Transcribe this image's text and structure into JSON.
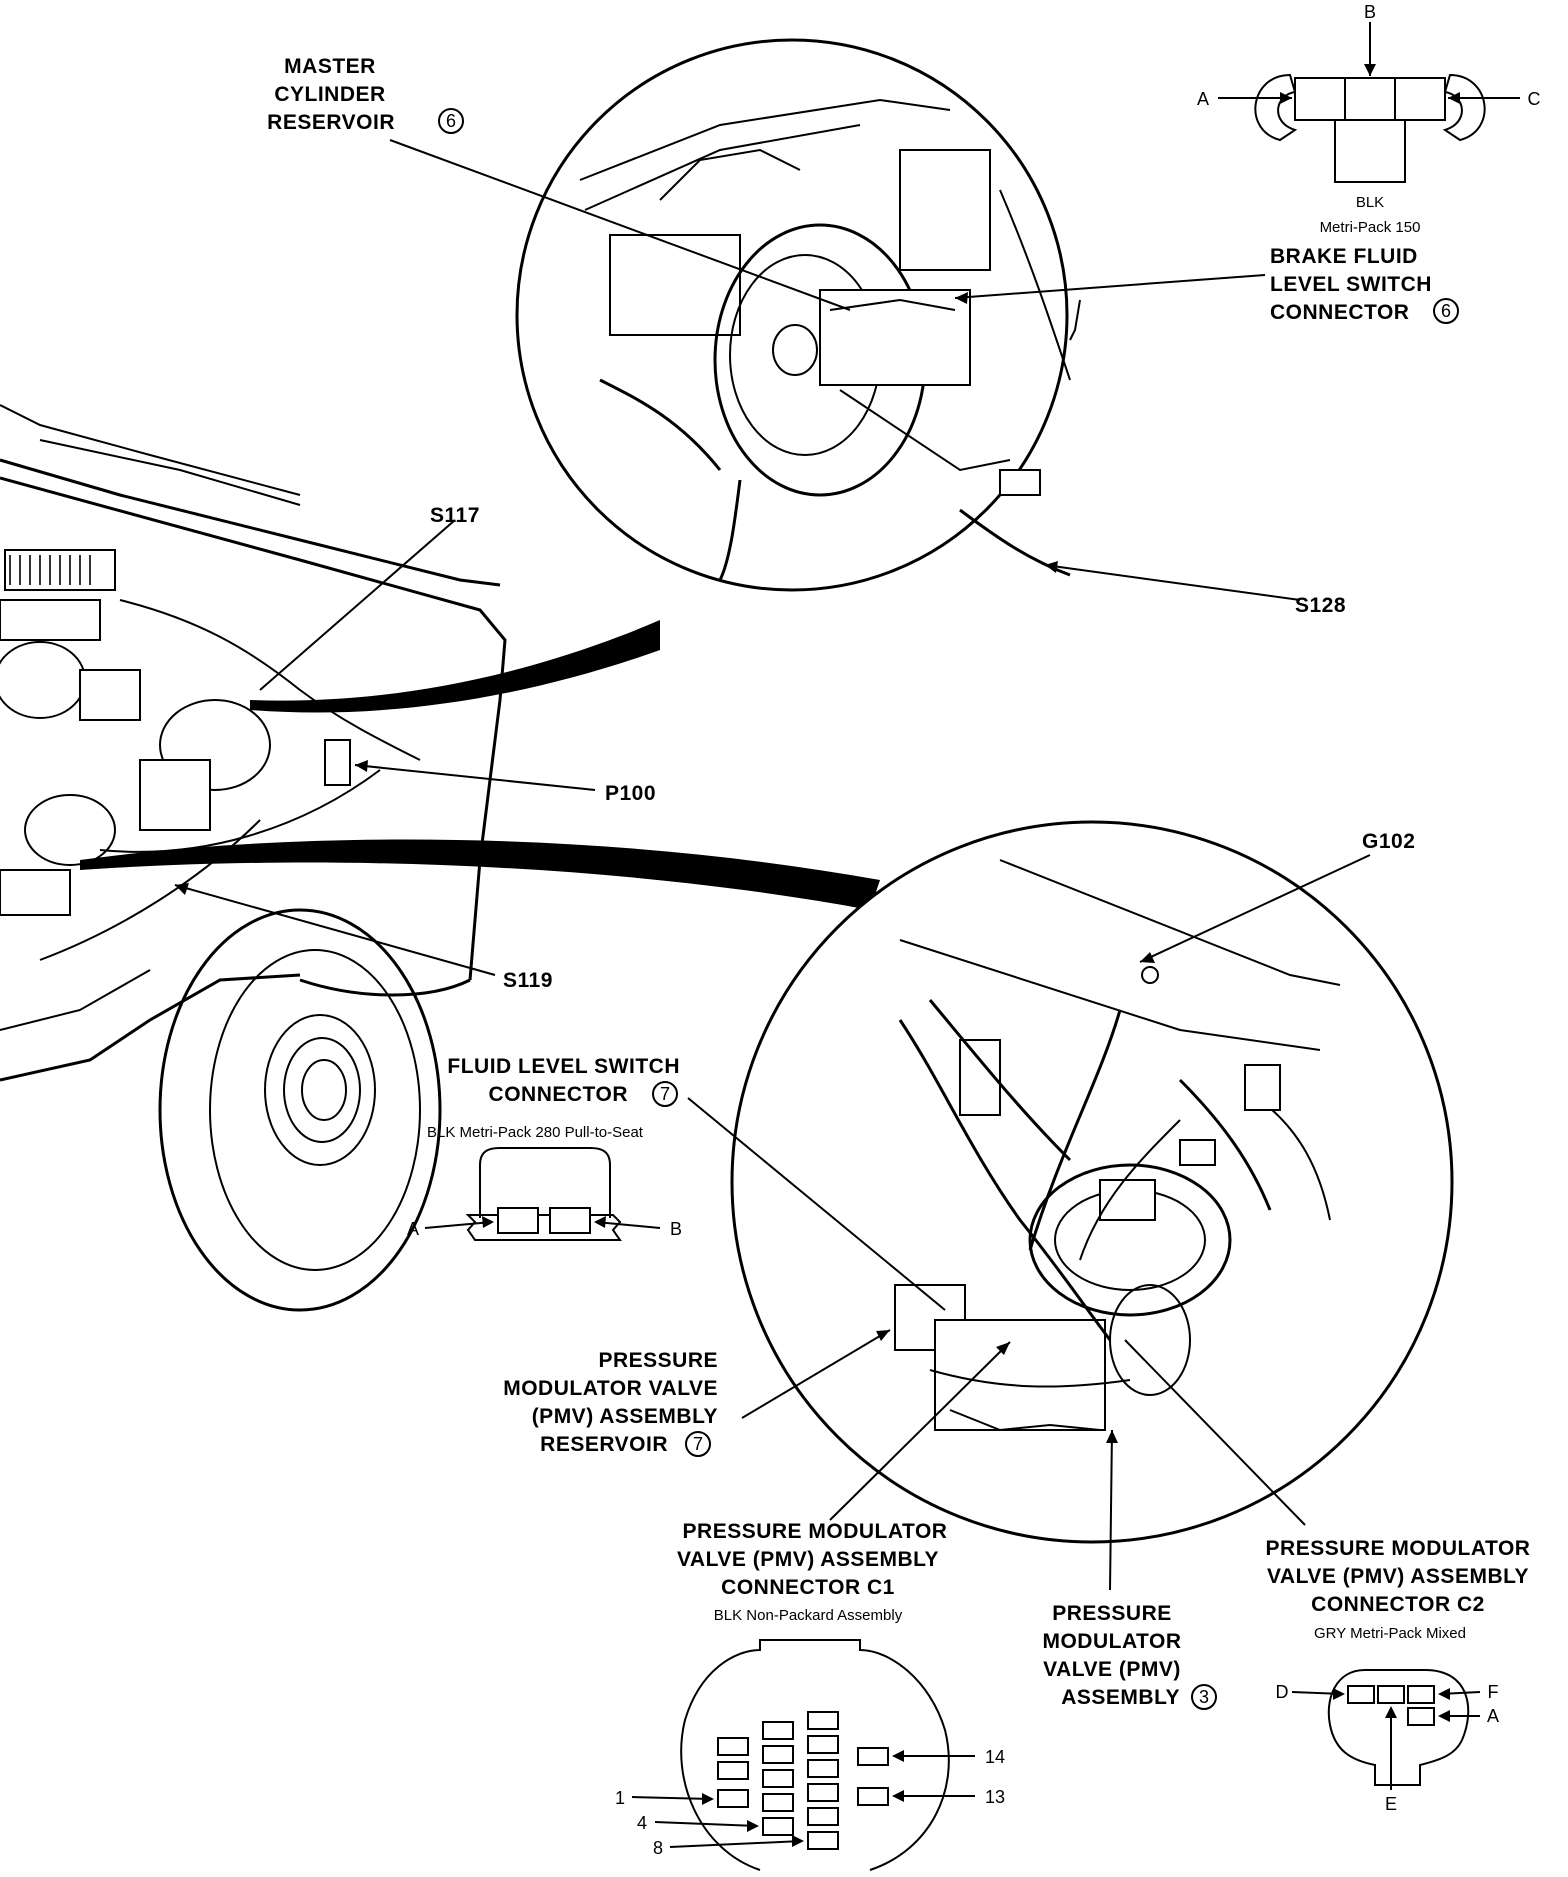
{
  "labels": {
    "master_cylinder": [
      "MASTER",
      "CYLINDER",
      "RESERVOIR"
    ],
    "master_cylinder_ref": "6",
    "brake_fluid_switch": [
      "BRAKE FLUID",
      "LEVEL SWITCH",
      "CONNECTOR"
    ],
    "brake_fluid_switch_ref": "6",
    "s117": "S117",
    "s128": "S128",
    "p100": "P100",
    "s119": "S119",
    "g102": "G102",
    "fluid_level_switch": [
      "FLUID LEVEL SWITCH",
      "CONNECTOR"
    ],
    "fluid_level_switch_ref": "7",
    "pmv_reservoir": [
      "PRESSURE",
      "MODULATOR VALVE",
      "(PMV) ASSEMBLY",
      "RESERVOIR"
    ],
    "pmv_reservoir_ref": "7",
    "pmv_c1": [
      "PRESSURE MODULATOR",
      "VALVE (PMV) ASSEMBLY",
      "CONNECTOR C1"
    ],
    "pmv_assembly": [
      "PRESSURE",
      "MODULATOR",
      "VALVE (PMV)",
      "ASSEMBLY"
    ],
    "pmv_assembly_ref": "3",
    "pmv_c2": [
      "PRESSURE MODULATOR",
      "VALVE (PMV) ASSEMBLY",
      "CONNECTOR C2"
    ]
  },
  "connectors": {
    "brake_switch": {
      "color": "BLK",
      "type": "Metri-Pack 150",
      "pins": [
        "A",
        "B",
        "C"
      ]
    },
    "fluid_switch": {
      "type": "BLK Metri-Pack 280 Pull-to-Seat",
      "pins": [
        "A",
        "B"
      ]
    },
    "c1": {
      "type": "BLK Non-Packard Assembly",
      "pins": [
        "1",
        "4",
        "8",
        "13",
        "14"
      ]
    },
    "c2": {
      "type": "GRY Metri-Pack Mixed",
      "pins": [
        "D",
        "F",
        "A",
        "E"
      ]
    }
  }
}
